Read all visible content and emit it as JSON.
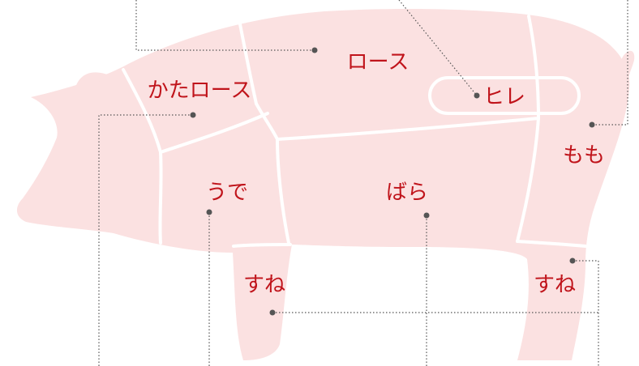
{
  "colors": {
    "body": "#fbe1e1",
    "label": "#c0141b",
    "leader": "#555555",
    "seam": "#ffffff"
  },
  "cuts": {
    "loin": "ロース",
    "fillet": "ヒレ",
    "shoulder_loin": "かたロース",
    "leg": "もも",
    "shoulder": "うで",
    "belly": "ばら",
    "shank_front": "すね",
    "shank_rear": "すね"
  }
}
